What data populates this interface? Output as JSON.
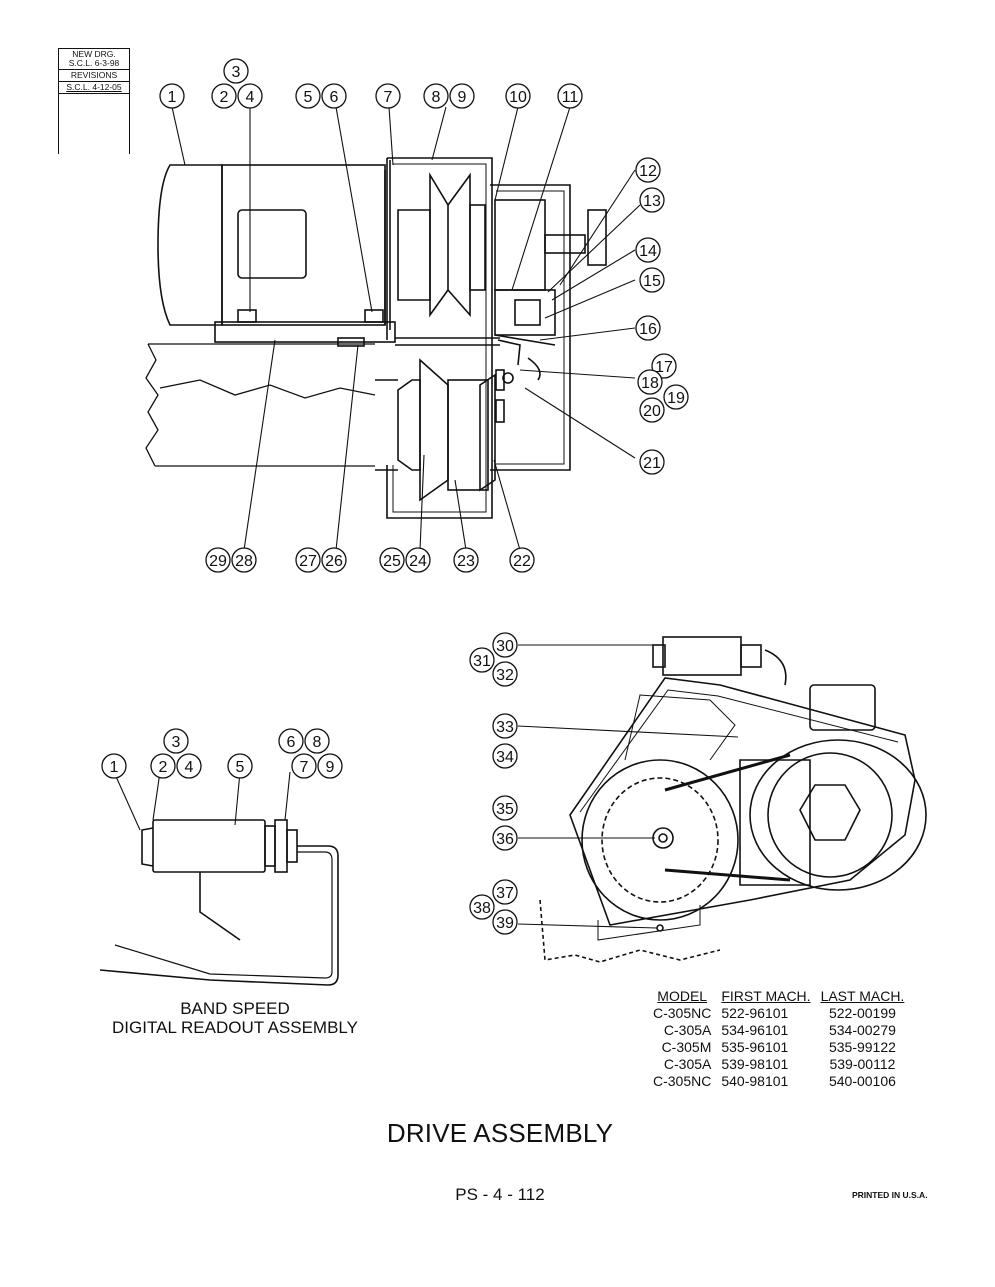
{
  "revision_block": {
    "new_drawing": "NEW DRG.",
    "new_drawing_date": "S.C.L. 6-3-98",
    "revisions_label": "REVISIONS",
    "revision_1": "S.C.L. 4-12-05"
  },
  "top_view_callouts": [
    "1",
    "2",
    "3",
    "4",
    "5",
    "6",
    "7",
    "8",
    "9",
    "10",
    "11",
    "12",
    "13",
    "14",
    "15",
    "16",
    "17",
    "18",
    "19",
    "20",
    "21",
    "22",
    "23",
    "24",
    "25",
    "26",
    "27",
    "28",
    "29"
  ],
  "isometric_callouts": [
    "30",
    "31",
    "32",
    "33",
    "34",
    "35",
    "36",
    "37",
    "38",
    "39"
  ],
  "readout_callouts": [
    "1",
    "2",
    "3",
    "4",
    "5",
    "6",
    "7",
    "8",
    "9"
  ],
  "readout_caption": {
    "line1": "BAND SPEED",
    "line2": "DIGITAL READOUT ASSEMBLY"
  },
  "model_table": {
    "headers": [
      "MODEL",
      "FIRST MACH.",
      "LAST MACH."
    ],
    "rows": [
      [
        "C-305NC",
        "522-96101",
        "522-00199"
      ],
      [
        "C-305A",
        "534-96101",
        "534-00279"
      ],
      [
        "C-305M",
        "535-96101",
        "535-99122"
      ],
      [
        "C-305A",
        "539-98101",
        "539-00112"
      ],
      [
        "C-305NC",
        "540-98101",
        "540-00106"
      ]
    ]
  },
  "title": "DRIVE ASSEMBLY",
  "page_number": "PS - 4 - 112",
  "printed": "PRINTED IN U.S.A."
}
